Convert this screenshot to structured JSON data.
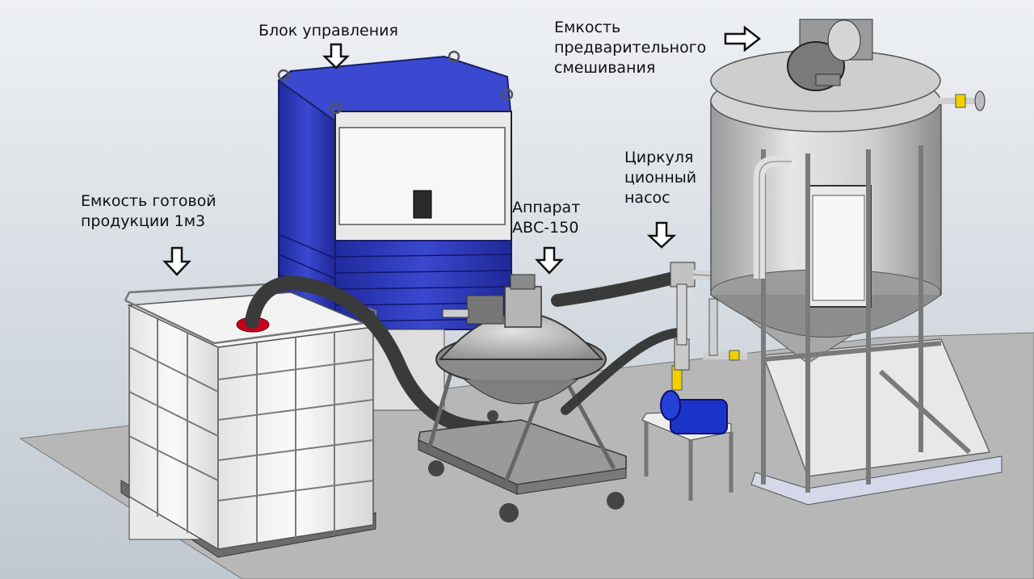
{
  "labels": {
    "control_unit": "Блок управления",
    "premix_tank": [
      "Емкость",
      "предварительного",
      "смешивания"
    ],
    "product_tank": [
      "Емкость готовой",
      "продукции 1м3"
    ],
    "apparatus": [
      "Аппарат",
      "АВС-150"
    ],
    "pump": [
      "Циркуля",
      "ционный",
      "насос"
    ]
  },
  "arrow_icons": {
    "control_unit": "down-arrow-icon",
    "premix_tank": "right-arrow-icon",
    "product_tank": "down-arrow-icon",
    "apparatus": "down-arrow-icon",
    "pump": "down-arrow-icon"
  },
  "colors": {
    "background_top": "#e9edf1",
    "background_bottom": "#c3cbd4",
    "floor": "#b9b9b9",
    "cabinet_blue": "#2a37b8",
    "stainless": "#c9c9c9",
    "hose": "#3c3c3c",
    "pump_blue": "#1c33c8",
    "valve_yellow": "#f0d000",
    "lid_red": "#c8001e"
  }
}
